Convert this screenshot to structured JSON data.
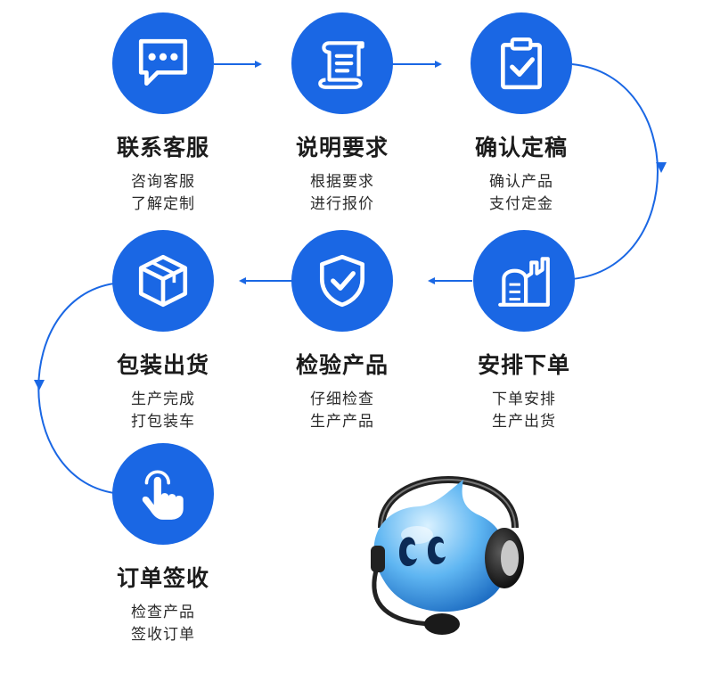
{
  "steps": [
    {
      "title": "联系客服",
      "lines": [
        "咨询客服",
        "了解定制"
      ],
      "icon": "chat-bubble-icon"
    },
    {
      "title": "说明要求",
      "lines": [
        "根据要求",
        "进行报价"
      ],
      "icon": "scroll-document-icon"
    },
    {
      "title": "确认定稿",
      "lines": [
        "确认产品",
        "支付定金"
      ],
      "icon": "clipboard-check-icon"
    },
    {
      "title": "安排下单",
      "lines": [
        "下单安排",
        "生产出货"
      ],
      "icon": "factory-icon"
    },
    {
      "title": "检验产品",
      "lines": [
        "仔细检查",
        "生产产品"
      ],
      "icon": "shield-check-icon"
    },
    {
      "title": "包装出货",
      "lines": [
        "生产完成",
        "打包装车"
      ],
      "icon": "package-box-icon"
    },
    {
      "title": "订单签收",
      "lines": [
        "检查产品",
        "签收订单"
      ],
      "icon": "tap-hand-icon"
    }
  ],
  "colors": {
    "accent": "#1a67e4",
    "title": "#1c1c1c",
    "text": "#2b2b2b"
  },
  "mascot": "headset-support-mascot"
}
